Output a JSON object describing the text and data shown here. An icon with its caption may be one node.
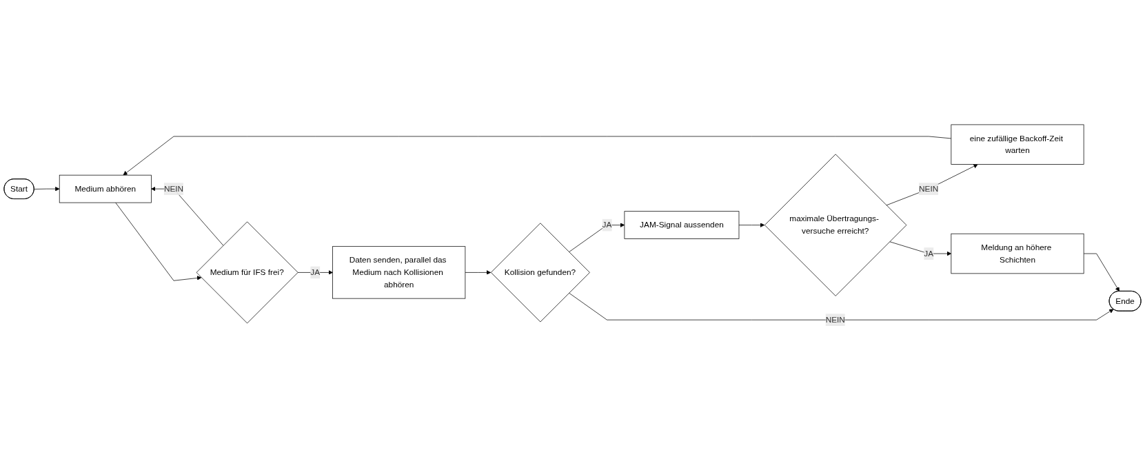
{
  "diagram": {
    "nodes": [
      {
        "text": [
          "Start"
        ]
      },
      {
        "text": [
          "Medium abhören"
        ]
      },
      {
        "text": [
          "Medium für IFS frei?"
        ]
      },
      {
        "text": [
          "Daten senden, parallel das Medium nach Kollisionen abhören"
        ]
      },
      {
        "text": [
          "Kollision gefunden?"
        ]
      },
      {
        "text": [
          "Ende"
        ]
      },
      {
        "text": [
          "JAM-Signal aussenden"
        ]
      },
      {
        "text": [
          "maximale Übertragungs- versuche erreicht?"
        ]
      },
      {
        "text": [
          "eine zufällige Backoff-Zeit warten"
        ]
      },
      {
        "text": [
          "Meldung an höhere Schichten"
        ]
      }
    ],
    "edges": [
      {
        "from": 0,
        "to": 1,
        "arrow": "to"
      },
      {
        "from": 1,
        "to": 2,
        "arrow": "to"
      },
      {
        "from": 2,
        "to": 1,
        "arrow": "to",
        "label": "NEIN"
      },
      {
        "from": 2,
        "to": 3,
        "arrow": "to",
        "label": "JA"
      },
      {
        "from": 3,
        "to": 4,
        "arrow": "to"
      },
      {
        "from": 4,
        "to": 5,
        "arrow": "to",
        "label": "NEIN"
      },
      {
        "from": 4,
        "to": 6,
        "arrow": "to",
        "label": "JA"
      },
      {
        "from": 6,
        "to": 7,
        "arrow": "to"
      },
      {
        "from": 7,
        "to": 8,
        "arrow": "to",
        "label": "NEIN"
      },
      {
        "from": 8,
        "to": 1,
        "arrow": "to"
      },
      {
        "from": 7,
        "to": 9,
        "arrow": "to",
        "label": "JA"
      },
      {
        "from": 9,
        "to": 5,
        "arrow": "to"
      }
    ]
  }
}
